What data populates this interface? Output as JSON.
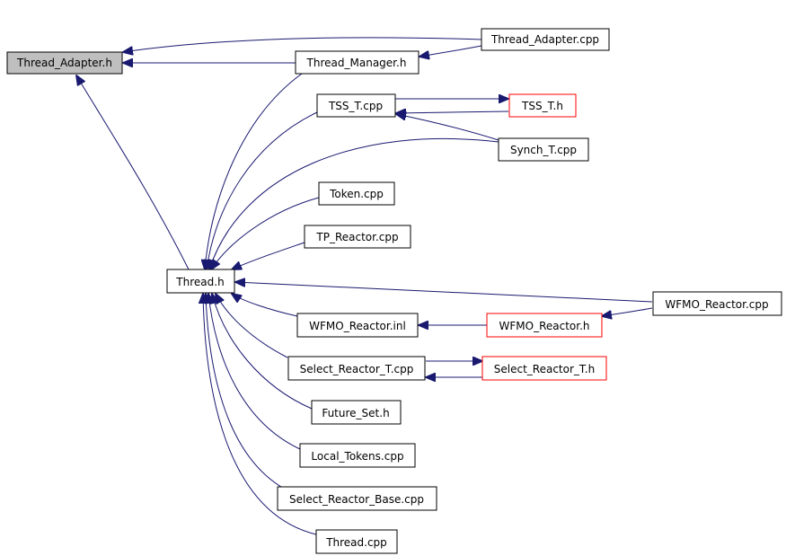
{
  "nodes": {
    "thread_adapter_h": {
      "label": "Thread_Adapter.h",
      "variant": "root"
    },
    "thread_adapter_cpp": {
      "label": "Thread_Adapter.cpp",
      "variant": "normal"
    },
    "thread_manager_h": {
      "label": "Thread_Manager.h",
      "variant": "normal"
    },
    "tss_t_cpp": {
      "label": "TSS_T.cpp",
      "variant": "normal"
    },
    "tss_t_h": {
      "label": "TSS_T.h",
      "variant": "red"
    },
    "synch_t_cpp": {
      "label": "Synch_T.cpp",
      "variant": "normal"
    },
    "token_cpp": {
      "label": "Token.cpp",
      "variant": "normal"
    },
    "tp_reactor_cpp": {
      "label": "TP_Reactor.cpp",
      "variant": "normal"
    },
    "thread_h": {
      "label": "Thread.h",
      "variant": "normal"
    },
    "wfmo_reactor_cpp": {
      "label": "WFMO_Reactor.cpp",
      "variant": "normal"
    },
    "wfmo_reactor_inl": {
      "label": "WFMO_Reactor.inl",
      "variant": "normal"
    },
    "wfmo_reactor_h": {
      "label": "WFMO_Reactor.h",
      "variant": "red"
    },
    "select_reactor_t_cpp": {
      "label": "Select_Reactor_T.cpp",
      "variant": "normal"
    },
    "select_reactor_t_h": {
      "label": "Select_Reactor_T.h",
      "variant": "red"
    },
    "future_set_h": {
      "label": "Future_Set.h",
      "variant": "normal"
    },
    "local_tokens_cpp": {
      "label": "Local_Tokens.cpp",
      "variant": "normal"
    },
    "select_reactor_base_cpp": {
      "label": "Select_Reactor_Base.cpp",
      "variant": "normal"
    },
    "thread_cpp": {
      "label": "Thread.cpp",
      "variant": "normal"
    }
  },
  "edges": [
    {
      "from": "thread_adapter_cpp",
      "to": "thread_adapter_h"
    },
    {
      "from": "thread_manager_h",
      "to": "thread_adapter_h"
    },
    {
      "from": "thread_adapter_cpp",
      "to": "thread_manager_h"
    },
    {
      "from": "thread_h",
      "to": "thread_adapter_h"
    },
    {
      "from": "tss_t_cpp",
      "to": "tss_t_h"
    },
    {
      "from": "tss_t_h",
      "to": "tss_t_cpp"
    },
    {
      "from": "synch_t_cpp",
      "to": "tss_t_cpp"
    },
    {
      "from": "thread_manager_h",
      "to": "thread_h"
    },
    {
      "from": "tss_t_cpp",
      "to": "thread_h"
    },
    {
      "from": "synch_t_cpp",
      "to": "thread_h"
    },
    {
      "from": "token_cpp",
      "to": "thread_h"
    },
    {
      "from": "tp_reactor_cpp",
      "to": "thread_h"
    },
    {
      "from": "wfmo_reactor_cpp",
      "to": "thread_h"
    },
    {
      "from": "wfmo_reactor_inl",
      "to": "thread_h"
    },
    {
      "from": "wfmo_reactor_h",
      "to": "wfmo_reactor_inl"
    },
    {
      "from": "wfmo_reactor_cpp",
      "to": "wfmo_reactor_h"
    },
    {
      "from": "select_reactor_t_cpp",
      "to": "thread_h"
    },
    {
      "from": "select_reactor_t_cpp",
      "to": "select_reactor_t_h"
    },
    {
      "from": "select_reactor_t_h",
      "to": "select_reactor_t_cpp"
    },
    {
      "from": "future_set_h",
      "to": "thread_h"
    },
    {
      "from": "local_tokens_cpp",
      "to": "thread_h"
    },
    {
      "from": "select_reactor_base_cpp",
      "to": "thread_h"
    },
    {
      "from": "thread_cpp",
      "to": "thread_h"
    }
  ]
}
